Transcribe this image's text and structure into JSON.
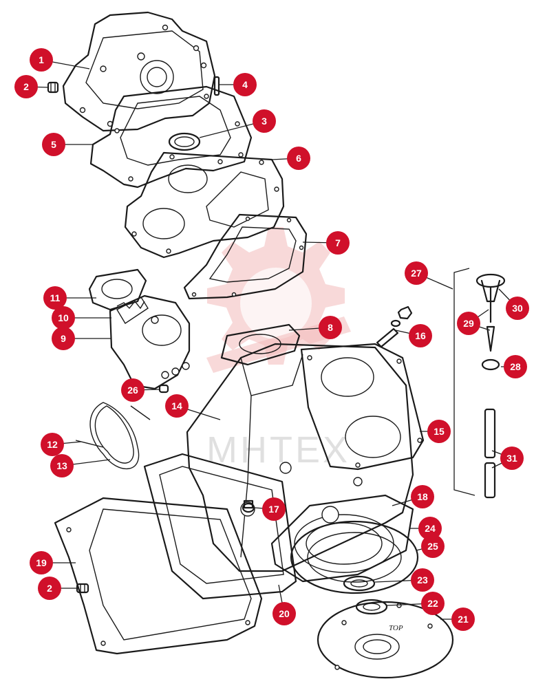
{
  "colors": {
    "callout": "#d0102a",
    "callout_text": "#ffffff",
    "line": "#1a1a1a",
    "watermark": "#f3b9b9"
  },
  "watermark": {
    "text": "МНТЕХ"
  },
  "stamp": {
    "text": "TOP"
  },
  "callouts": [
    {
      "id": "1",
      "label": "1"
    },
    {
      "id": "2a",
      "label": "2"
    },
    {
      "id": "2b",
      "label": "2"
    },
    {
      "id": "3",
      "label": "3"
    },
    {
      "id": "4",
      "label": "4"
    },
    {
      "id": "5",
      "label": "5"
    },
    {
      "id": "6",
      "label": "6"
    },
    {
      "id": "7",
      "label": "7"
    },
    {
      "id": "8",
      "label": "8"
    },
    {
      "id": "9",
      "label": "9"
    },
    {
      "id": "10",
      "label": "10"
    },
    {
      "id": "11",
      "label": "11"
    },
    {
      "id": "12",
      "label": "12"
    },
    {
      "id": "13",
      "label": "13"
    },
    {
      "id": "14",
      "label": "14"
    },
    {
      "id": "15",
      "label": "15"
    },
    {
      "id": "16",
      "label": "16"
    },
    {
      "id": "17",
      "label": "17"
    },
    {
      "id": "18",
      "label": "18"
    },
    {
      "id": "19",
      "label": "19"
    },
    {
      "id": "20",
      "label": "20"
    },
    {
      "id": "21",
      "label": "21"
    },
    {
      "id": "22",
      "label": "22"
    },
    {
      "id": "23",
      "label": "23"
    },
    {
      "id": "24",
      "label": "24"
    },
    {
      "id": "25",
      "label": "25"
    },
    {
      "id": "26",
      "label": "26"
    },
    {
      "id": "27",
      "label": "27"
    },
    {
      "id": "28",
      "label": "28"
    },
    {
      "id": "29",
      "label": "29"
    },
    {
      "id": "30",
      "label": "30"
    },
    {
      "id": "31",
      "label": "31"
    }
  ]
}
